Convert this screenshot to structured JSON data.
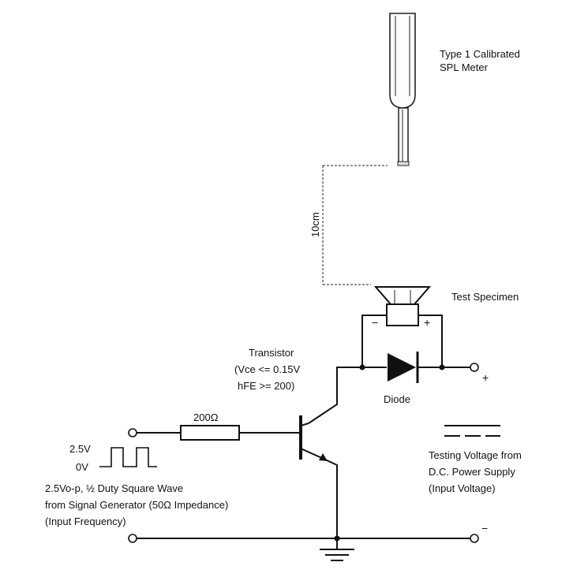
{
  "spl_meter": {
    "line1": "Type 1 Calibrated",
    "line2": "SPL Meter"
  },
  "distance": "10cm",
  "test_specimen": "Test Specimen",
  "speaker_polarity": {
    "minus": "−",
    "plus": "+"
  },
  "transistor": {
    "title": "Transistor",
    "line1": "(Vce <= 0.15V",
    "line2": "hFE >= 200)"
  },
  "diode": "Diode",
  "resistor": "200Ω",
  "supply_terminals": {
    "plus": "+",
    "minus": "−"
  },
  "square_wave": {
    "high": "2.5V",
    "low": "0V"
  },
  "input_signal": {
    "line1": "2.5Vo-p, ½ Duty Square Wave",
    "line2": "from Signal Generator (50Ω Impedance)",
    "line3": "(Input Frequency)"
  },
  "power_supply": {
    "line1": "Testing Voltage from",
    "line2": "D.C. Power Supply",
    "line3": "(Input Voltage)"
  }
}
